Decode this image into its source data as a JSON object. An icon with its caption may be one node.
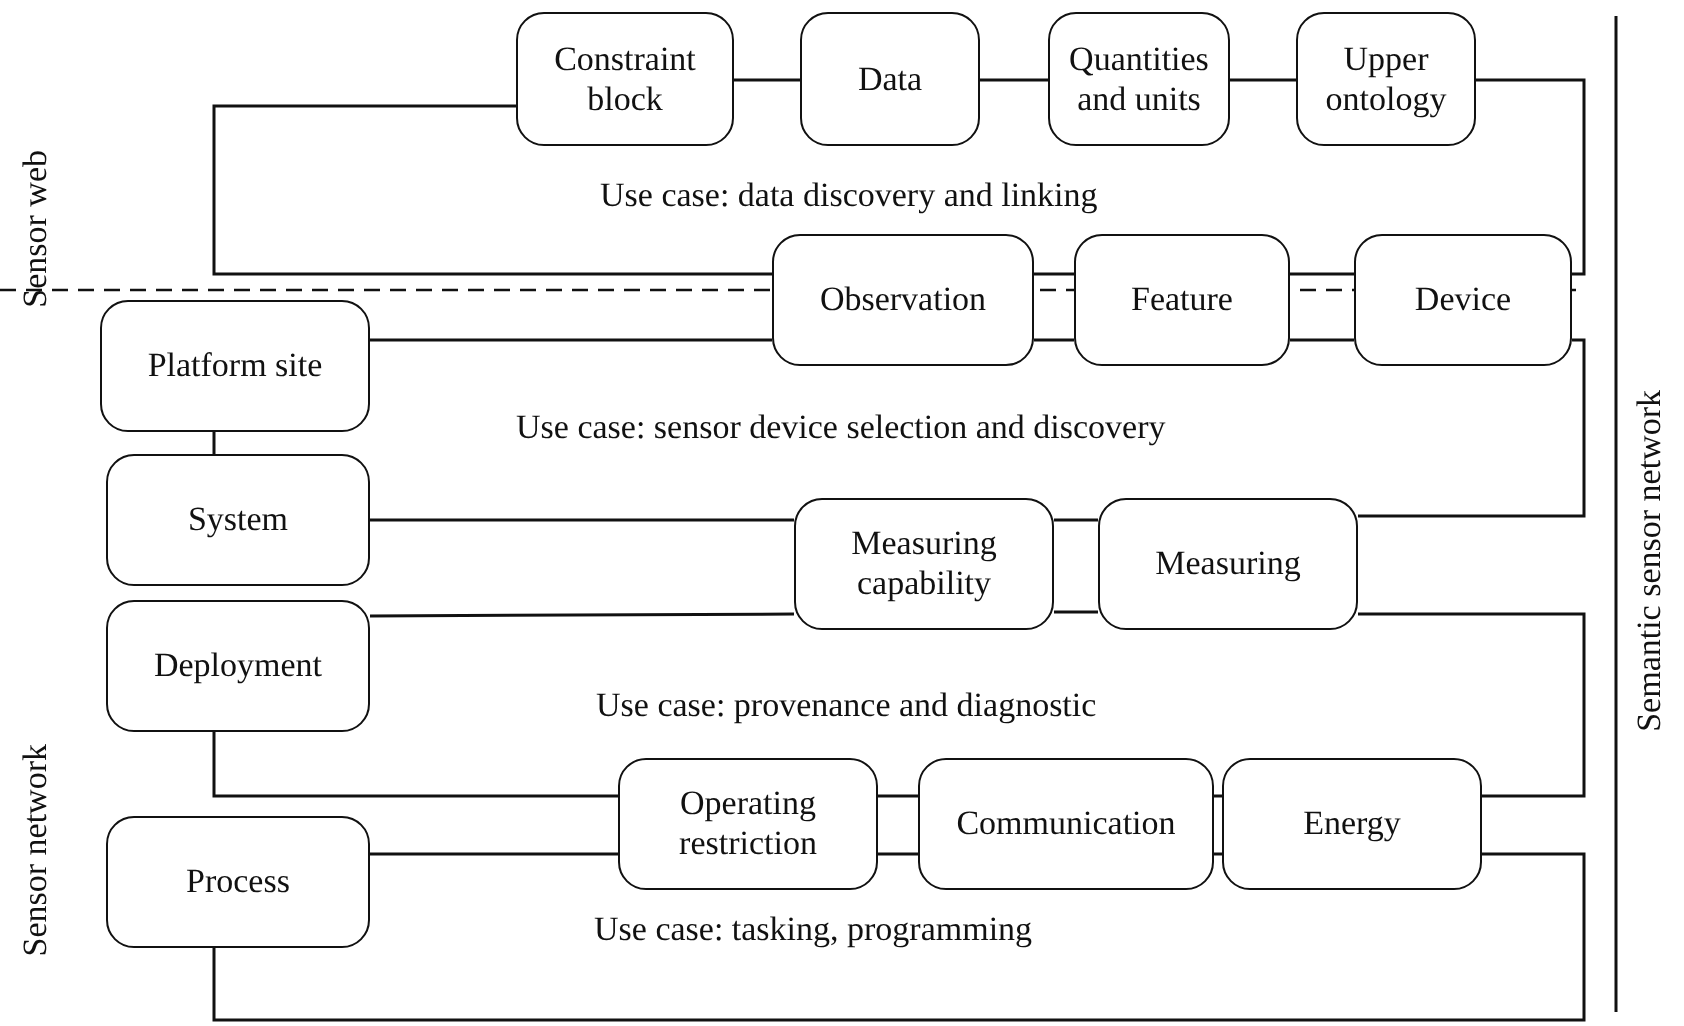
{
  "diagram": {
    "nodes": [
      {
        "text": [
          "Constraint block"
        ]
      },
      {
        "text": [
          "Data"
        ]
      },
      {
        "text": [
          "Quantities and units"
        ]
      },
      {
        "text": [
          "Upper ontology"
        ]
      },
      {
        "text": [
          "Observation"
        ]
      },
      {
        "text": [
          "Feature"
        ]
      },
      {
        "text": [
          "Device"
        ]
      },
      {
        "text": [
          "Platform site"
        ]
      },
      {
        "text": [
          "System"
        ]
      },
      {
        "text": [
          "Deployment"
        ]
      },
      {
        "text": [
          "Process"
        ]
      },
      {
        "text": [
          "Measuring capability"
        ]
      },
      {
        "text": [
          "Measuring"
        ]
      },
      {
        "text": [
          "Operating restriction"
        ]
      },
      {
        "text": [
          "Communication"
        ]
      },
      {
        "text": [
          "Energy"
        ]
      }
    ],
    "edges": [
      {
        "from": 0,
        "to": 1,
        "arrow": "none"
      },
      {
        "from": 1,
        "to": 2,
        "arrow": "none"
      },
      {
        "from": 2,
        "to": 3,
        "arrow": "none"
      },
      {
        "from": 0,
        "to": 4,
        "arrow": "none"
      },
      {
        "from": 3,
        "to": 6,
        "arrow": "none"
      },
      {
        "from": 4,
        "to": 5,
        "arrow": "none"
      },
      {
        "from": 4,
        "to": 5,
        "arrow": "none"
      },
      {
        "from": 5,
        "to": 6,
        "arrow": "none"
      },
      {
        "from": 5,
        "to": 6,
        "arrow": "none"
      },
      {
        "from": 7,
        "to": 4,
        "arrow": "none"
      },
      {
        "from": 6,
        "to": 12,
        "arrow": "none"
      },
      {
        "from": 7,
        "to": 8,
        "arrow": "none"
      },
      {
        "from": 8,
        "to": 11,
        "arrow": "none"
      },
      {
        "from": 9,
        "to": 11,
        "arrow": "none"
      },
      {
        "from": 11,
        "to": 12,
        "arrow": "none"
      },
      {
        "from": 11,
        "to": 12,
        "arrow": "none"
      },
      {
        "from": 12,
        "to": 15,
        "arrow": "none"
      },
      {
        "from": 9,
        "to": 13,
        "arrow": "none"
      },
      {
        "from": 10,
        "to": 13,
        "arrow": "none"
      },
      {
        "from": 13,
        "to": 14,
        "arrow": "none"
      },
      {
        "from": 13,
        "to": 14,
        "arrow": "none"
      },
      {
        "from": 14,
        "to": 15,
        "arrow": "none"
      },
      {
        "from": 14,
        "to": 15,
        "arrow": "none"
      },
      {
        "from": 15,
        "to": 10,
        "arrow": "none"
      }
    ],
    "labels": [
      "Sensor web",
      "Use case: data discovery and linking",
      "Use case: sensor device selection and discovery",
      "Semantic sensor network",
      "Use case: provenance and diagnostic",
      "Sensor network",
      "Use case: tasking, programming"
    ]
  }
}
